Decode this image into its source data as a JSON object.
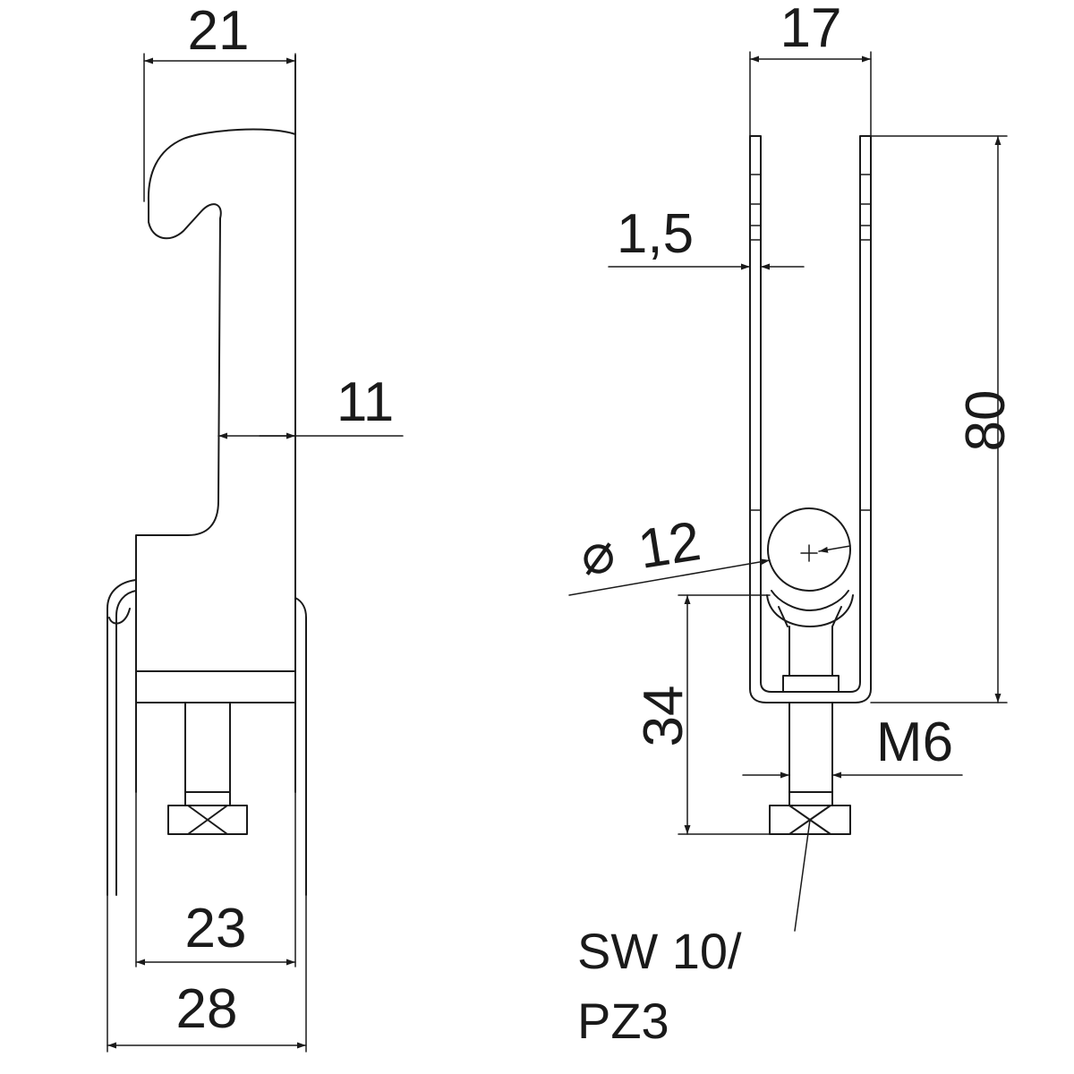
{
  "drawing": {
    "side_view": {
      "dim_top_width": "21",
      "dim_shank": "11",
      "dim_inner_width": "23",
      "dim_outer_width": "28"
    },
    "front_view": {
      "dim_top_width": "17",
      "dim_sheet_thickness": "1,5",
      "dim_height": "80",
      "dim_diameter_symbol": "⌀",
      "dim_diameter": "12",
      "dim_screw_length": "34",
      "dim_thread": "M6",
      "note_line1": "SW 10/",
      "note_line2": "PZ3"
    }
  }
}
